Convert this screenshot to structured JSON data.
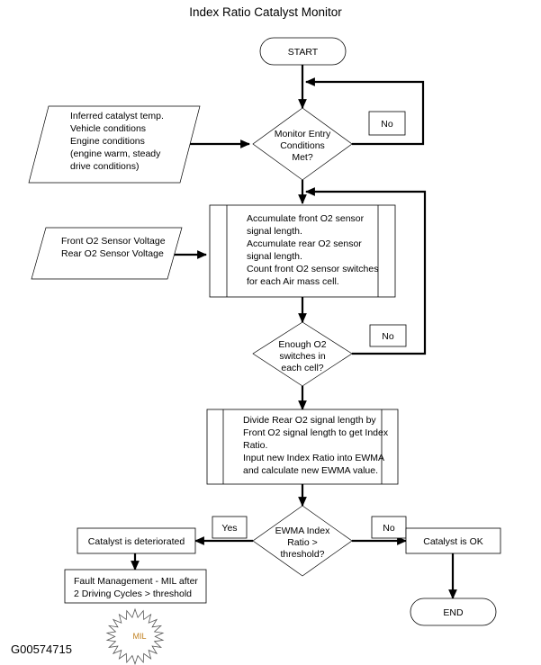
{
  "title": "Index Ratio Catalyst Monitor",
  "figure_id": "G00574715",
  "colors": {
    "stroke": "#000000",
    "fill": "#ffffff",
    "star_stroke": "#555555"
  },
  "nodes": {
    "start": {
      "label": "START",
      "type": "terminator"
    },
    "end": {
      "label": "END",
      "type": "terminator"
    },
    "input_conditions": {
      "type": "input",
      "lines": [
        "Inferred catalyst temp.",
        "Vehicle conditions",
        "Engine conditions",
        "(engine warm, steady",
        "drive conditions)"
      ]
    },
    "input_voltages": {
      "type": "input",
      "lines": [
        "Front O2 Sensor Voltage",
        "Rear O2 Sensor Voltage"
      ]
    },
    "decision_entry": {
      "type": "decision",
      "lines": [
        "Monitor Entry",
        "Conditions",
        "Met?"
      ]
    },
    "process_accumulate": {
      "type": "predefined-process",
      "lines": [
        "Accumulate front O2 sensor",
        "signal length.",
        "Accumulate rear O2 sensor",
        "signal length.",
        "Count front O2 sensor switches",
        "for each Air mass cell."
      ]
    },
    "decision_switches": {
      "type": "decision",
      "lines": [
        "Enough O2",
        "switches in",
        "each cell?"
      ]
    },
    "process_index_ratio": {
      "type": "predefined-process",
      "lines": [
        "Divide Rear O2 signal length by",
        "Front O2 signal length to get Index",
        "Ratio.",
        "Input new Index Ratio into EWMA",
        "and calculate new EWMA value."
      ]
    },
    "decision_threshold": {
      "type": "decision",
      "lines": [
        "EWMA Index",
        "Ratio >",
        "threshold?"
      ]
    },
    "result_deteriorated": {
      "type": "process",
      "lines": [
        "Catalyst is deteriorated"
      ]
    },
    "result_ok": {
      "type": "process",
      "lines": [
        "Catalyst is OK"
      ]
    },
    "fault_management": {
      "type": "process",
      "lines": [
        "Fault Management - MIL after",
        "2 Driving Cycles > threshold"
      ]
    },
    "mil_indicator": {
      "type": "starburst",
      "label": "MIL"
    }
  },
  "labels": {
    "no_entry": "No",
    "no_switches": "No",
    "yes_threshold": "Yes",
    "no_threshold": "No"
  }
}
